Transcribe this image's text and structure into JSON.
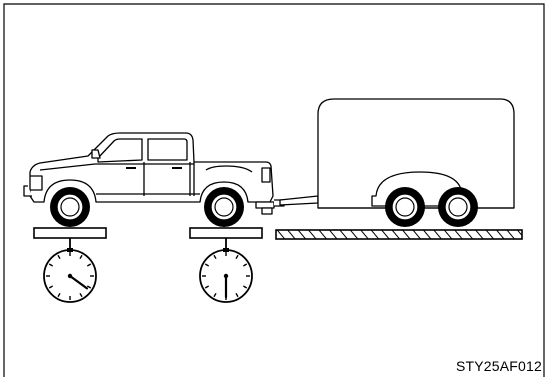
{
  "figure": {
    "code": "STY25AF012"
  },
  "colors": {
    "stroke": "#000000",
    "fill": "#ffffff",
    "tire": "#000000"
  },
  "icons": [
    "pickup-truck-icon",
    "trailer-icon",
    "scale-dial-icon"
  ],
  "scales": [
    {
      "label": "front-axle-scale",
      "dial_value": 0.35
    },
    {
      "label": "rear-axle-scale",
      "dial_value": 0.5
    }
  ]
}
